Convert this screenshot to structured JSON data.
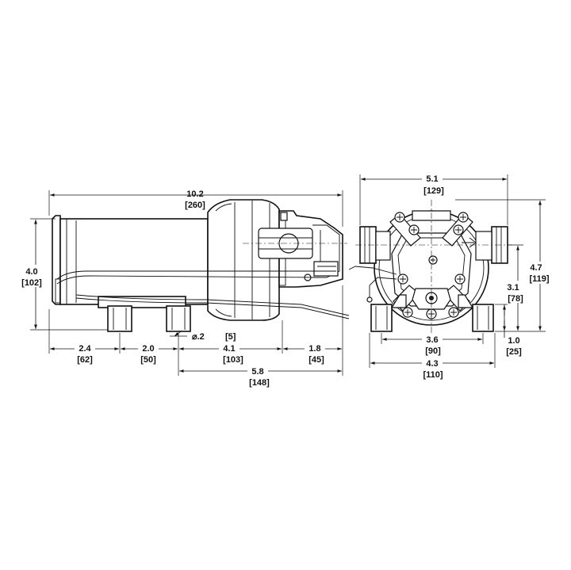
{
  "side_view": {
    "overall_length": {
      "in": "10.2",
      "mm": "[260]"
    },
    "height": {
      "in": "4.0",
      "mm": "[102]"
    },
    "foot_offset": {
      "in": "2.4",
      "mm": "[62]"
    },
    "foot_spacing": {
      "in": "2.0",
      "mm": "[50]"
    },
    "hole": {
      "in": "⌀.2",
      "mm": "[5]"
    },
    "foot_to_head": {
      "in": "4.1",
      "mm": "[103]"
    },
    "head_length": {
      "in": "1.8",
      "mm": "[45]"
    },
    "foot_to_end": {
      "in": "5.8",
      "mm": "[148]"
    }
  },
  "end_view": {
    "overall_width": {
      "in": "5.1",
      "mm": "[129]"
    },
    "overall_height": {
      "in": "4.7",
      "mm": "[119]"
    },
    "port_height": {
      "in": "3.1",
      "mm": "[78]"
    },
    "foot_height": {
      "in": "1.0",
      "mm": "[25]"
    },
    "hole_spacing": {
      "in": "3.6",
      "mm": "[90]"
    },
    "base_width": {
      "in": "4.3",
      "mm": "[110]"
    }
  }
}
